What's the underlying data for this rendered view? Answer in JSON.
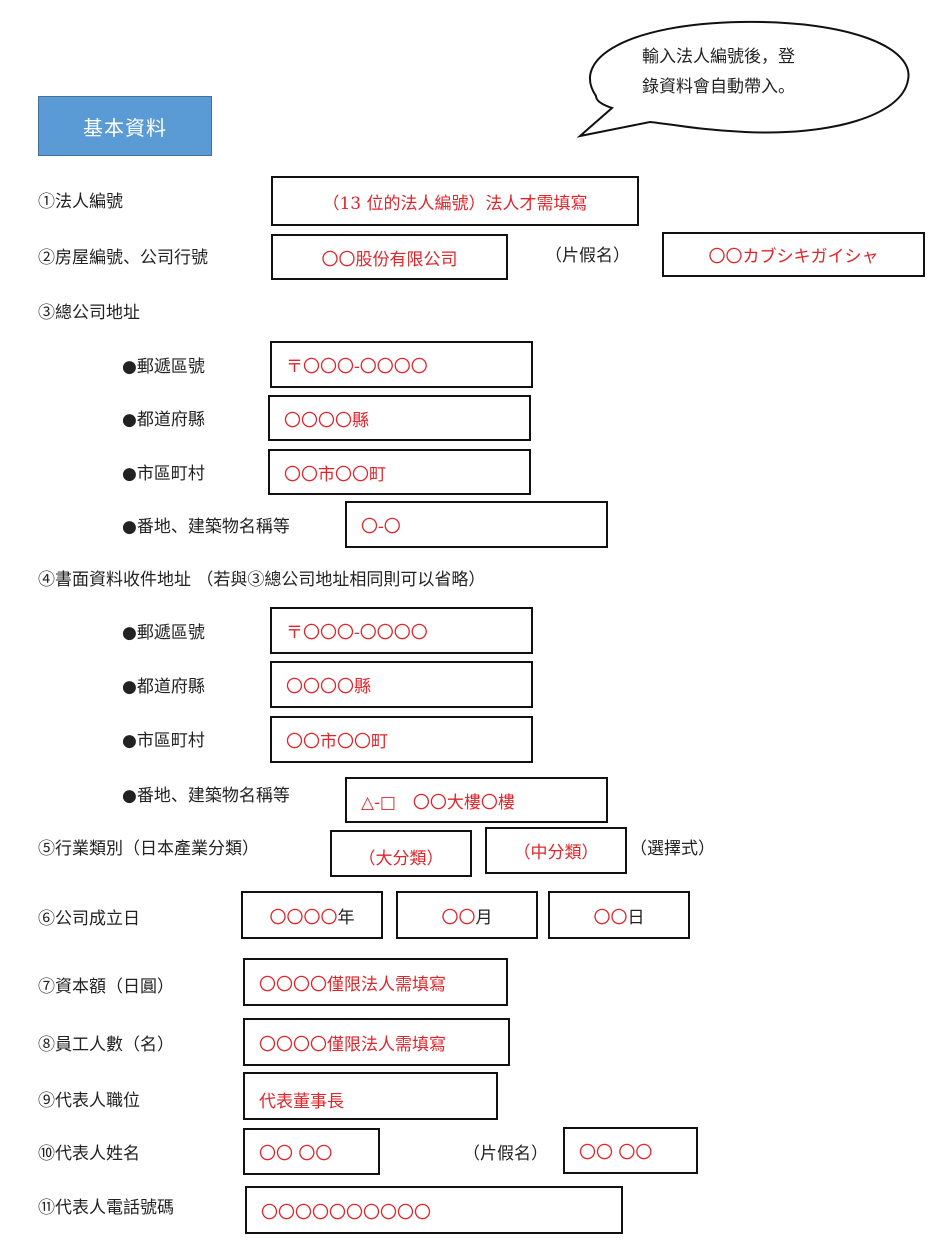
{
  "header": {
    "title": "基本資料"
  },
  "callout": {
    "lines": [
      "輸入法人編號後，登",
      "錄資料會自動帶入。"
    ]
  },
  "colors": {
    "header_bg": "#5b9bd5",
    "placeholder_red": "#e0262b",
    "text": "#222222",
    "border": "#111111"
  },
  "fields": {
    "corp_number": {
      "label": "①法人編號",
      "value": "（13 位的法人編號）法人才需填寫"
    },
    "company_name": {
      "label": "②房屋編號、公司行號",
      "value": "〇〇股份有限公司",
      "kana_label": "（片假名）",
      "kana_value": "〇〇カブシキガイシャ"
    },
    "hq_address": {
      "label": "③總公司地址",
      "postal": {
        "label": "●郵遞區號",
        "value": "〒〇〇〇-〇〇〇〇"
      },
      "prefecture": {
        "label": "●都道府縣",
        "value": "〇〇〇〇縣"
      },
      "city": {
        "label": "●市區町村",
        "value": "〇〇市〇〇町"
      },
      "street": {
        "label": "●番地、建築物名稱等",
        "value": "〇-〇"
      }
    },
    "mail_address": {
      "label": "④書面資料收件地址 （若與③總公司地址相同則可以省略）",
      "postal": {
        "label": "●郵遞區號",
        "value": "〒〇〇〇-〇〇〇〇"
      },
      "prefecture": {
        "label": "●都道府縣",
        "value": "〇〇〇〇縣"
      },
      "city": {
        "label": "●市區町村",
        "value": "〇〇市〇〇町"
      },
      "street": {
        "label": "●番地、建築物名稱等",
        "value": "△-□　〇〇大樓〇樓"
      }
    },
    "industry": {
      "label": "⑤行業類別（日本產業分類）",
      "major": "（大分類）",
      "middle": "（中分類）",
      "note": "（選擇式）"
    },
    "founded": {
      "label": "⑥公司成立日",
      "year": "〇〇〇〇",
      "year_unit": "年",
      "month": "〇〇",
      "month_unit": "月",
      "day": "〇〇",
      "day_unit": "日"
    },
    "capital": {
      "label": "⑦資本額（日圓）",
      "value": "〇〇〇〇僅限法人需填寫"
    },
    "employees": {
      "label": "⑧員工人數（名）",
      "value": "〇〇〇〇僅限法人需填寫"
    },
    "rep_title": {
      "label": "⑨代表人職位",
      "value": "代表董事長"
    },
    "rep_name": {
      "label": "⑩代表人姓名",
      "value": "〇〇 〇〇",
      "kana_label": "（片假名）",
      "kana_value": "〇〇 〇〇"
    },
    "rep_phone": {
      "label": "⑪代表人電話號碼",
      "value": "〇〇〇〇〇〇〇〇〇〇"
    }
  }
}
